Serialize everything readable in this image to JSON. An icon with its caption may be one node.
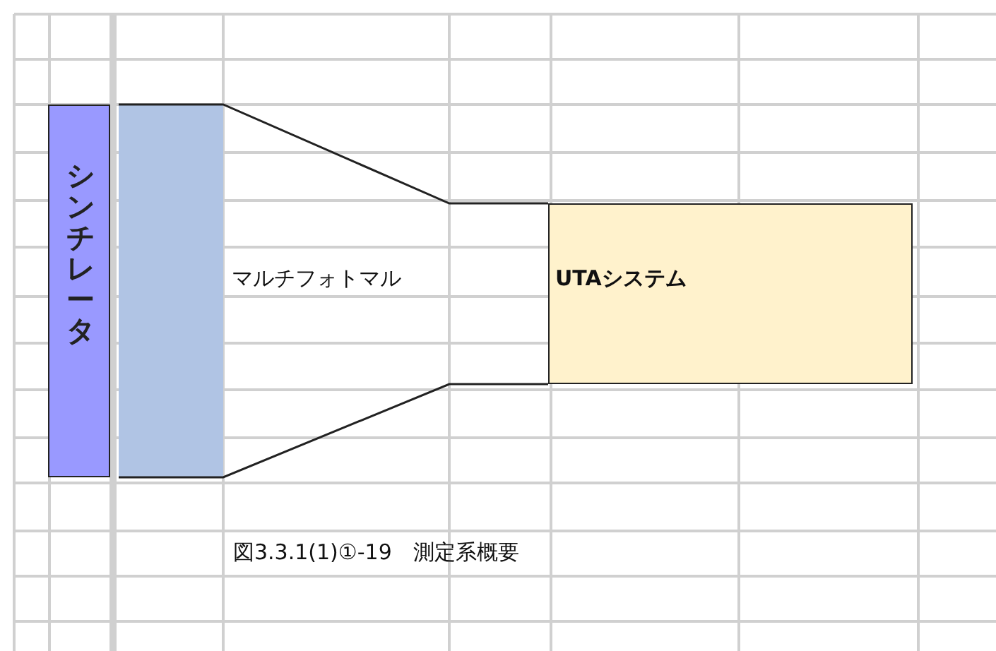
{
  "diagram": {
    "caption": "図3.3.1(1)①-19　測定系概要",
    "nodes": [
      {
        "text": [
          "シンチレータ"
        ]
      },
      {
        "text": [
          "マルチフォトマル"
        ]
      },
      {
        "text": [
          "UTAシステム"
        ]
      }
    ]
  }
}
